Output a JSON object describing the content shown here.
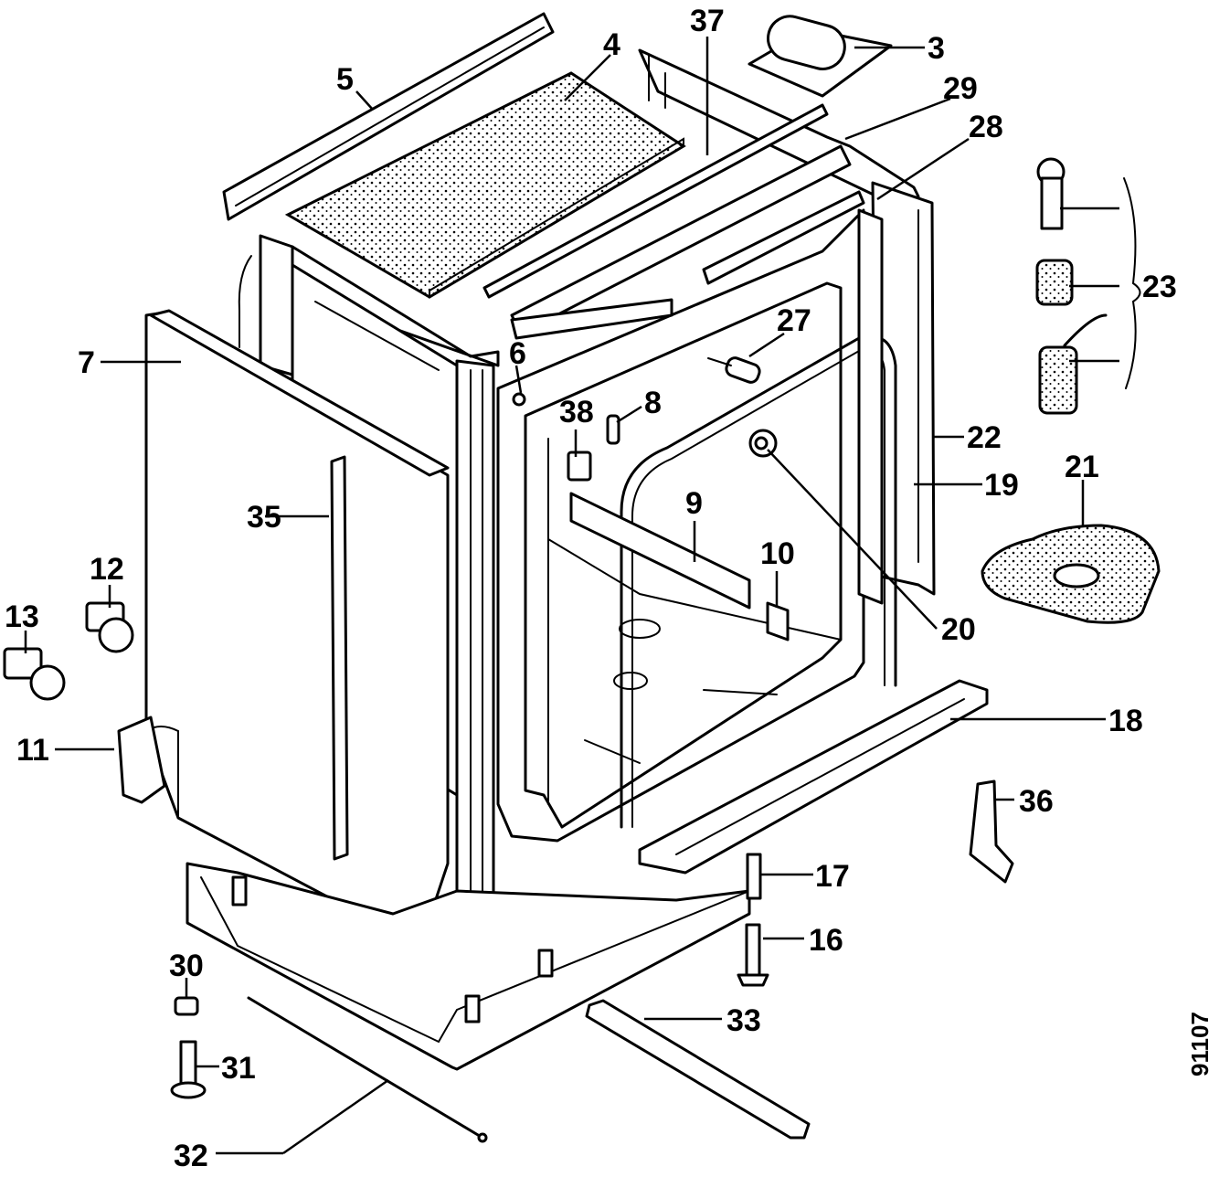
{
  "drawing_number": "91107",
  "callouts": [
    {
      "id": "3",
      "label": "3"
    },
    {
      "id": "4",
      "label": "4"
    },
    {
      "id": "5",
      "label": "5"
    },
    {
      "id": "6",
      "label": "6"
    },
    {
      "id": "7",
      "label": "7"
    },
    {
      "id": "8",
      "label": "8"
    },
    {
      "id": "9",
      "label": "9"
    },
    {
      "id": "10",
      "label": "10"
    },
    {
      "id": "11",
      "label": "11"
    },
    {
      "id": "12",
      "label": "12"
    },
    {
      "id": "13",
      "label": "13"
    },
    {
      "id": "16",
      "label": "16"
    },
    {
      "id": "17",
      "label": "17"
    },
    {
      "id": "18",
      "label": "18"
    },
    {
      "id": "19",
      "label": "19"
    },
    {
      "id": "20",
      "label": "20"
    },
    {
      "id": "21",
      "label": "21"
    },
    {
      "id": "22",
      "label": "22"
    },
    {
      "id": "23",
      "label": "23"
    },
    {
      "id": "27",
      "label": "27"
    },
    {
      "id": "28",
      "label": "28"
    },
    {
      "id": "29",
      "label": "29"
    },
    {
      "id": "30",
      "label": "30"
    },
    {
      "id": "31",
      "label": "31"
    },
    {
      "id": "32",
      "label": "32"
    },
    {
      "id": "33",
      "label": "33"
    },
    {
      "id": "35",
      "label": "35"
    },
    {
      "id": "36",
      "label": "36"
    },
    {
      "id": "37",
      "label": "37"
    },
    {
      "id": "38",
      "label": "38"
    }
  ]
}
